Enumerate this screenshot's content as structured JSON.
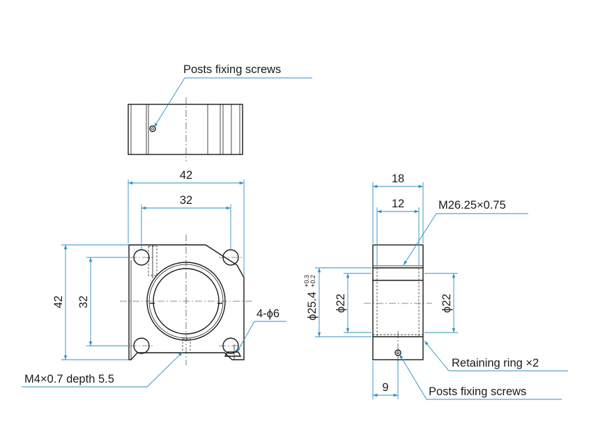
{
  "labels": {
    "posts_fixing_top": "Posts fixing screws",
    "posts_fixing_bottom": "Posts fixing screws",
    "m26": "M26.25×0.75",
    "retaining_ring": "Retaining ring ×2",
    "m4": "M4×0.7 depth 5.5",
    "holes": "4-ϕ6"
  },
  "dimensions": {
    "front_width": "42",
    "front_hole_pitch_x": "32",
    "front_height": "42",
    "front_hole_pitch_y": "32",
    "side_width": "18",
    "side_thread_width": "12",
    "side_screw_offset": "9",
    "side_bore_left": "ϕ22",
    "side_bore_right": "ϕ22",
    "side_phi254": "ϕ25.4",
    "tol_upper": "+0.3",
    "tol_lower": "+0.2"
  },
  "colors": {
    "dimension_line": "#2b8fc0",
    "outline": "#1a1a1a"
  }
}
